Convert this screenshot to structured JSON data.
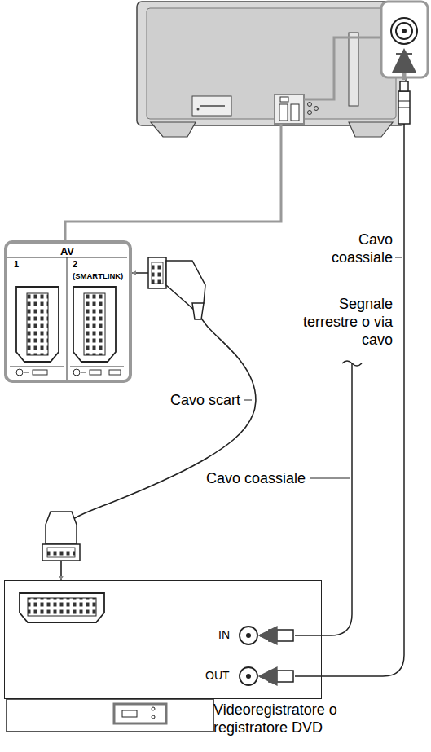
{
  "diagram": {
    "nodes": [
      {
        "text": [
          "AV",
          "1",
          "2",
          "(SMARTLINK)"
        ]
      },
      {
        "text": [
          "IN",
          "OUT",
          "Videoregistratore o registratore DVD"
        ]
      }
    ],
    "edges": [
      {
        "from": 1,
        "to": 0,
        "arrow": "both",
        "label": "Cavo scart"
      }
    ],
    "labels": [
      "Cavo coassiale",
      "Segnale terrestre o via cavo",
      "Cavo coassiale"
    ]
  }
}
